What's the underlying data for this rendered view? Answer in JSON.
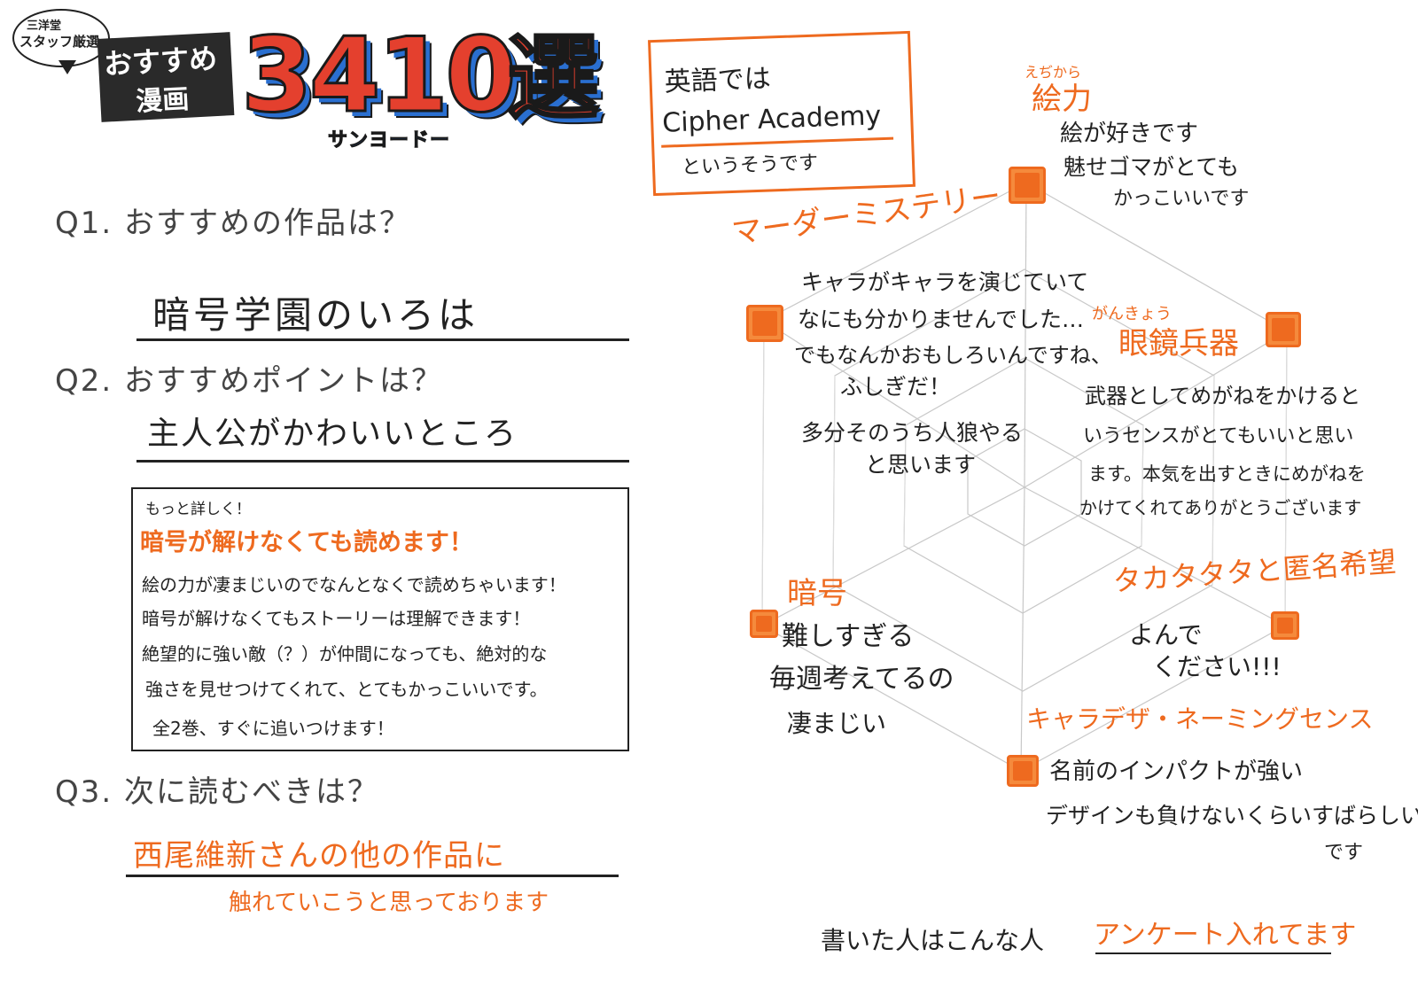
{
  "header": {
    "bubble_line1": "三洋堂",
    "bubble_line2": "スタッフ厳選",
    "badge_line1": "おすすめ",
    "badge_line2": "漫画",
    "logo_number": "3410",
    "logo_kanji": "選",
    "logo_ruby": "サンヨードー"
  },
  "q1": {
    "question": "Q1. おすすめの作品は？",
    "answer": "暗号学園のいろは"
  },
  "q2": {
    "question": "Q2. おすすめポイントは？",
    "answer": "主人公がかわいいところ"
  },
  "detail": {
    "heading": "もっと詳しく！",
    "highlight": "暗号が解けなくても読めます！",
    "lines": [
      "絵の力が凄まじいのでなんとなくで読めちゃいます！",
      "暗号が解けなくてもストーリーは理解できます！",
      "絶望的に強い敵（？）が仲間になっても、絶対的な",
      "強さを見せつけてくれて、とてもかっこいいです。",
      "全2巻、すぐに追いつけます！"
    ]
  },
  "q3": {
    "question": "Q3. 次に読むべきは？",
    "answer_line1": "西尾維新さんの他の作品に",
    "answer_line2": "触れていこうと思っております"
  },
  "english_note": {
    "line1": "英語では",
    "line2": "Cipher Academy",
    "line3": "というそうです"
  },
  "radar": {
    "art": {
      "ruby": "えぢから",
      "label": "絵力",
      "comment": [
        "絵が好きです",
        "魅せゴマがとても",
        "かっこいいです"
      ]
    },
    "mystery": {
      "label": "マーダーミステリー",
      "comment": [
        "キャラがキャラを演じていて",
        "なにも分かりませんでした…",
        "でもなんかおもしろいんですね、",
        "ふしぎだ！",
        "多分そのうち人狼やる",
        "と思います"
      ]
    },
    "glasses": {
      "ruby": "がんきょう",
      "label": "眼鏡兵器",
      "comment": [
        "武器としてめがねをかけると",
        "いうセンスがとてもいいと思い",
        "ます。本気を出すときにめがねを",
        "かけてくれてありがとうございます"
      ]
    },
    "cipher": {
      "label": "暗号",
      "comment": [
        "難しすぎる",
        "毎週考えてるの",
        "凄まじい"
      ]
    },
    "tatata": {
      "label": "タカタタタと匿名希望",
      "comment": [
        "よんで",
        "ください!!!"
      ]
    },
    "design": {
      "label": "キャラデザ・ネーミングセンス",
      "comment": [
        "名前のインパクトが強い",
        "デザインも負けないくらいすばらしい",
        "です"
      ]
    }
  },
  "writer": {
    "label": "書いた人はこんな人",
    "answer": "アンケート入れてます"
  },
  "colors": {
    "accent": "#ee6a1f",
    "ink": "#222222",
    "logo_red": "#e4402e",
    "logo_blue": "#2a6fd0"
  }
}
